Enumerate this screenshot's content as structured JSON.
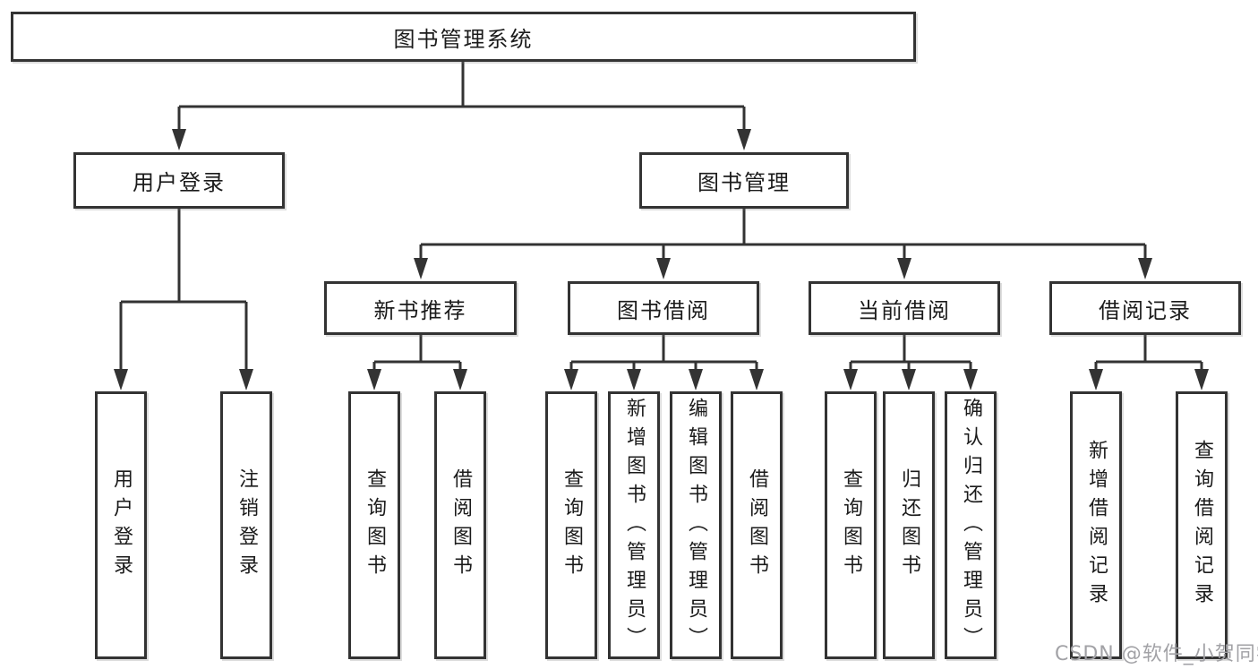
{
  "diagram": {
    "root": {
      "label": "图书管理系统"
    },
    "branches": [
      {
        "label": "用户登录",
        "leaves": [
          {
            "label": "用户登录"
          },
          {
            "label": "注销登录"
          }
        ]
      },
      {
        "label": "图书管理",
        "groups": [
          {
            "label": "新书推荐",
            "leaves": [
              {
                "label": "查询图书"
              },
              {
                "label": "借阅图书"
              }
            ]
          },
          {
            "label": "图书借阅",
            "leaves": [
              {
                "label": "查询图书"
              },
              {
                "label": "新增图书（管理员）"
              },
              {
                "label": "编辑图书（管理员）"
              },
              {
                "label": "借阅图书"
              }
            ]
          },
          {
            "label": "当前借阅",
            "leaves": [
              {
                "label": "查询图书"
              },
              {
                "label": "归还图书"
              },
              {
                "label": "确认归还（管理员）"
              }
            ]
          },
          {
            "label": "借阅记录",
            "leaves": [
              {
                "label": "新增借阅记录"
              },
              {
                "label": "查询借阅记录"
              }
            ]
          }
        ]
      }
    ]
  },
  "watermark": {
    "text": "CSDN @软件_小贺同学"
  },
  "colors": {
    "line": "#333333",
    "border": "#333333",
    "text": "#1b1b1b",
    "watermark": "#a2a2a6",
    "background": "#ffffff"
  }
}
